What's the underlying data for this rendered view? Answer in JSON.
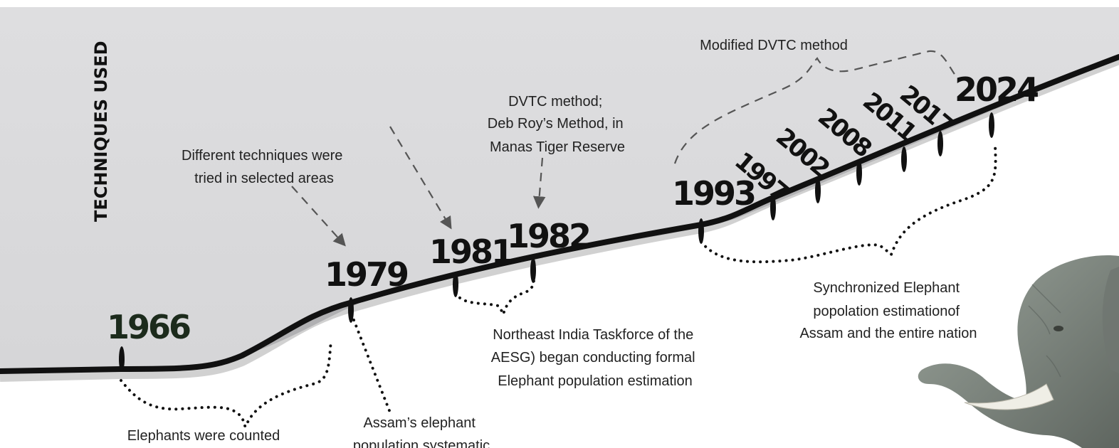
{
  "section_label": "TECHNIQUES USED",
  "colors": {
    "sky": "#dcdcde",
    "line": "#111111",
    "year_1966": "#1c2b1c",
    "year_default": "#111111"
  },
  "years": {
    "y1966": "1966",
    "y1979": "1979",
    "y1981": "1981",
    "y1982": "1982",
    "y1993": "1993",
    "y1997": "1997",
    "y2002": "2002",
    "y2008": "2008",
    "y2011": "2011",
    "y2017": "2017",
    "y2024": "2024"
  },
  "notes": {
    "modified_dvtc": "Modified DVTC method",
    "dvtc": [
      "DVTC method;",
      "Deb Roy’s Method, in",
      "Manas Tiger Reserve"
    ],
    "different_techniques": [
      "Different techniques were",
      "tried in selected areas"
    ],
    "northeast_taskforce": [
      "Northeast India Taskforce of the",
      "AESG) began conducting formal",
      "Elephant population estimation"
    ],
    "synchronized": [
      "Synchronized Elephant",
      "popolation estimationof",
      "Assam and the entire nation"
    ],
    "elephants_counted": [
      "Elephants were counted"
    ],
    "assam_elephant": [
      "Assam’s elephant",
      "population systematic"
    ]
  },
  "illustration": "elephant-head"
}
